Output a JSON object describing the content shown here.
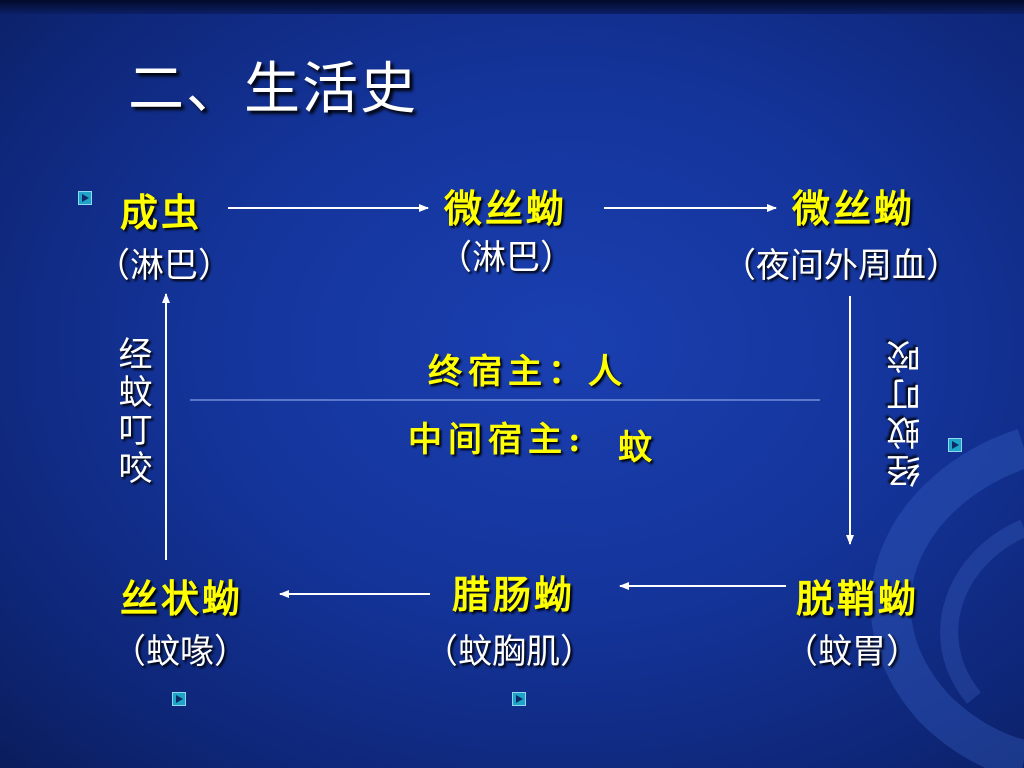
{
  "title": "二、生活史",
  "stages": {
    "adult": "成虫",
    "mf_lymph": "微丝蚴",
    "mf_blood": "微丝蚴",
    "filariform": "丝状蚴",
    "sausage": "腊肠蚴",
    "exsheathed": "脱鞘蚴"
  },
  "locations": {
    "adult": "（淋巴）",
    "mf_lymph": "（淋巴）",
    "mf_blood": "（夜间外周血）",
    "filariform": "（蚊喙）",
    "sausage": "（蚊胸肌）",
    "exsheathed": "（蚊胃）"
  },
  "hosts": {
    "definitive": "终宿主：人",
    "intermediate_label": "中间宿主:",
    "intermediate_value": "蚊"
  },
  "transmission": {
    "left": "经蚊叮咬",
    "right": "经蚊叮咬"
  },
  "colors": {
    "stage_text": "#ffff00",
    "location_text": "#ffffff",
    "background": "#14349a",
    "bullet": "#1fa3c9"
  }
}
